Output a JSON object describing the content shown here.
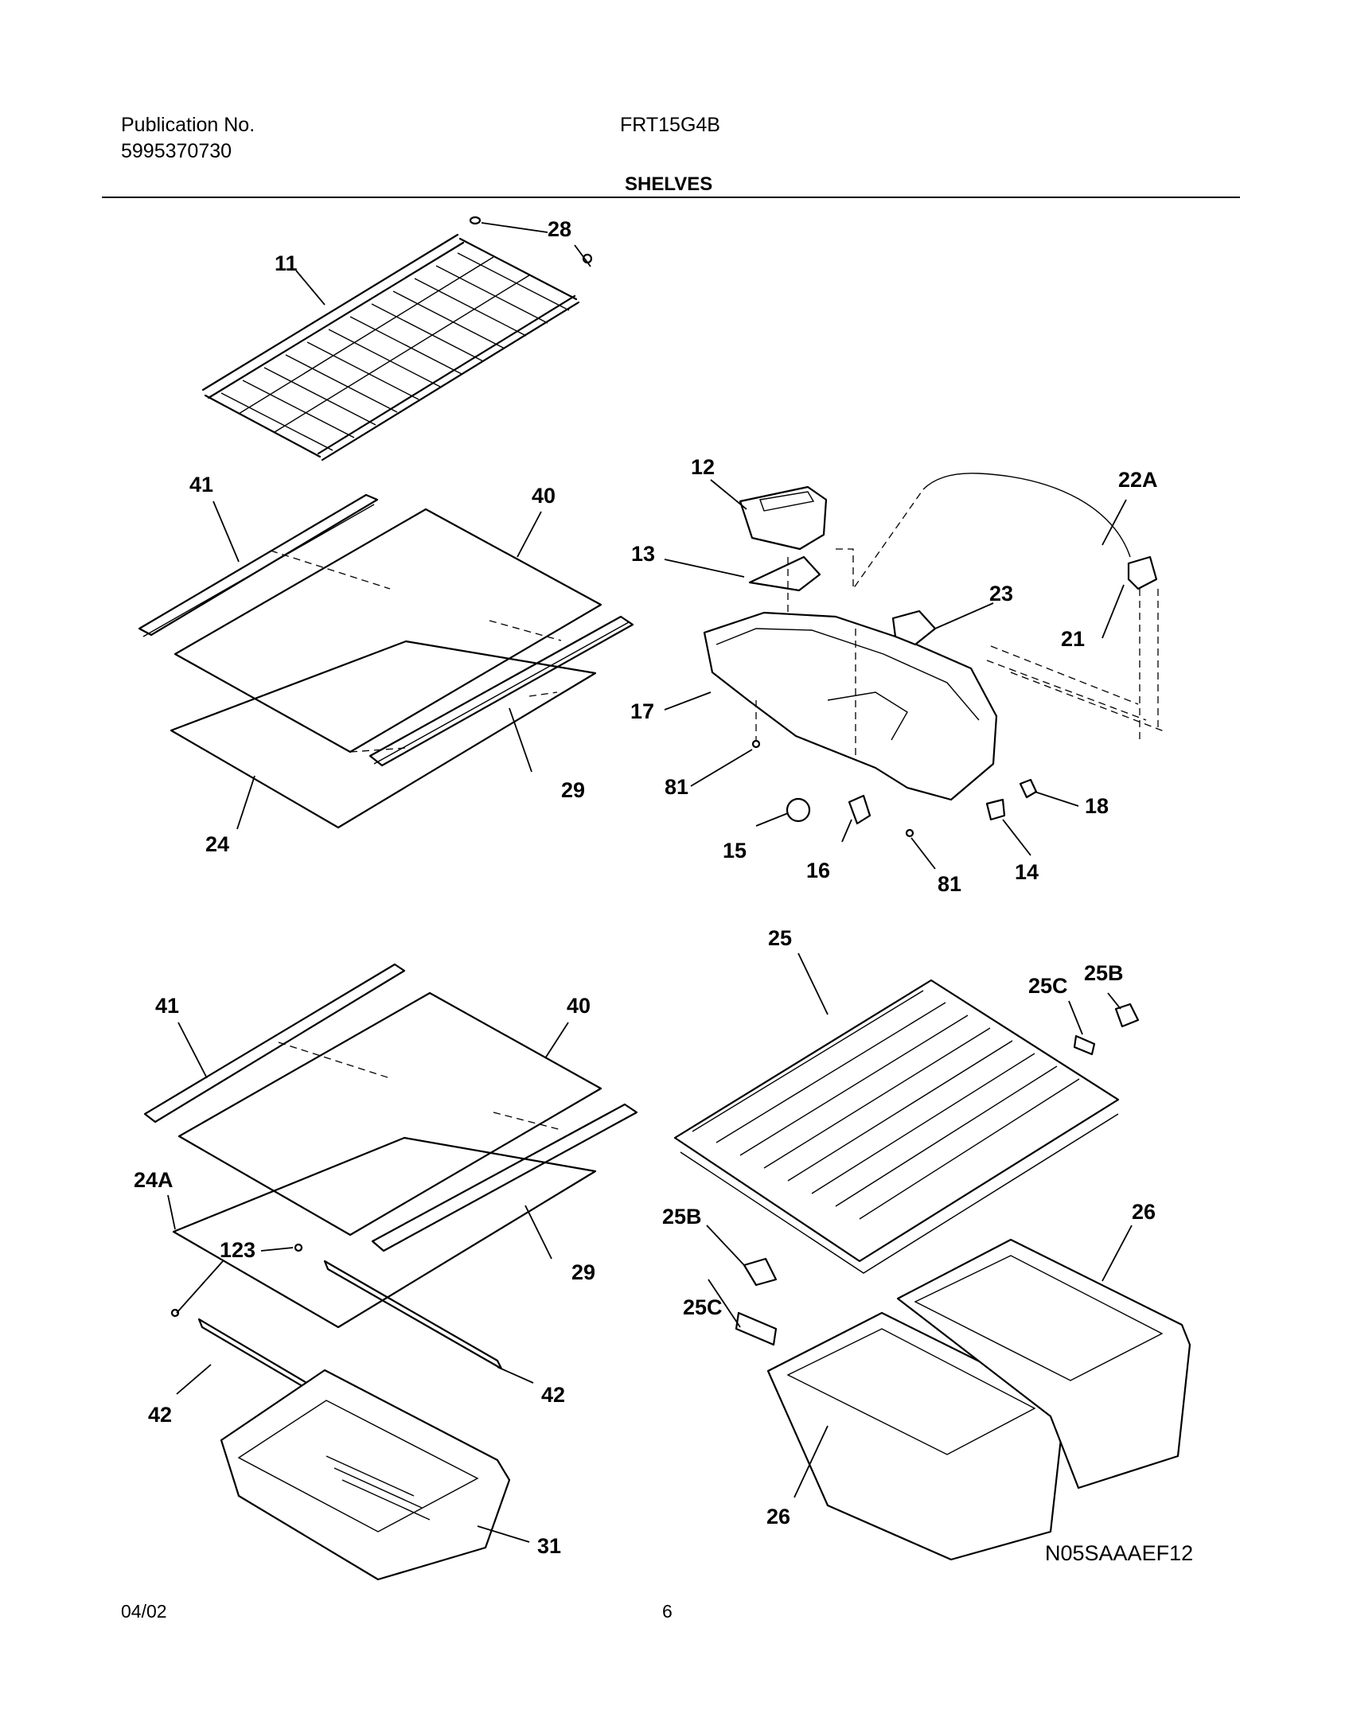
{
  "header": {
    "publication_label": "Publication No.",
    "publication_number": "5995370730",
    "model": "FRT15G4B",
    "section_title": "SHELVES"
  },
  "callouts": {
    "c11": "11",
    "c28": "28",
    "c41a": "41",
    "c40a": "40",
    "c29a": "29",
    "c24": "24",
    "c12": "12",
    "c22A": "22A",
    "c13": "13",
    "c23": "23",
    "c21": "21",
    "c17": "17",
    "c81a": "81",
    "c15": "15",
    "c16": "16",
    "c81b": "81",
    "c14": "14",
    "c18": "18",
    "c41b": "41",
    "c40b": "40",
    "c24A": "24A",
    "c123": "123",
    "c29b": "29",
    "c42a": "42",
    "c42b": "42",
    "c31": "31",
    "c25": "25",
    "c25B_top": "25B",
    "c25C_top": "25C",
    "c25B_mid": "25B",
    "c25C_mid": "25C",
    "c26a": "26",
    "c26b": "26"
  },
  "diagram_code": "N05SAAAEF12",
  "footer": {
    "date": "04/02",
    "page": "6"
  }
}
